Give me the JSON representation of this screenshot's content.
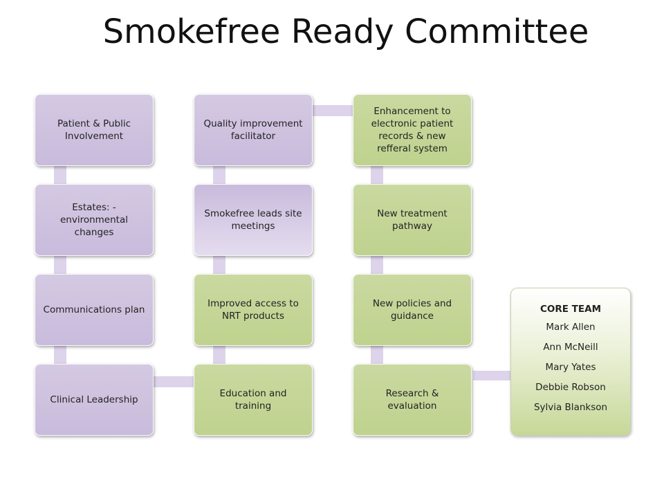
{
  "title": "Smokefree Ready Committee",
  "columns": [
    {
      "boxes": [
        {
          "label": "Patient & Public Involvement",
          "tone": "purple"
        },
        {
          "label": "Estates: - environmental changes",
          "tone": "purple"
        },
        {
          "label": "Communications plan",
          "tone": "purple"
        },
        {
          "label": "Clinical Leadership",
          "tone": "purple"
        }
      ]
    },
    {
      "boxes": [
        {
          "label": "Quality improvement facilitator",
          "tone": "purple"
        },
        {
          "label": "Smokefree leads site meetings",
          "tone": "purple-light"
        },
        {
          "label": "Improved access to NRT products",
          "tone": "green"
        },
        {
          "label": "Education and training",
          "tone": "green"
        }
      ]
    },
    {
      "boxes": [
        {
          "label": "Enhancement to electronic patient records & new refferal system",
          "tone": "green"
        },
        {
          "label": "New treatment pathway",
          "tone": "green"
        },
        {
          "label": "New policies and guidance",
          "tone": "green"
        },
        {
          "label": "Research & evaluation",
          "tone": "green"
        }
      ]
    }
  ],
  "core_team": {
    "heading": "CORE TEAM",
    "members": [
      "Mark Allen",
      "Ann McNeill",
      "Mary Yates",
      "Debbie Robson",
      "Sylvia Blankson"
    ]
  },
  "colors": {
    "purple": "#cbbedd",
    "green": "#c4d596",
    "connector": "#ddd3ea"
  }
}
